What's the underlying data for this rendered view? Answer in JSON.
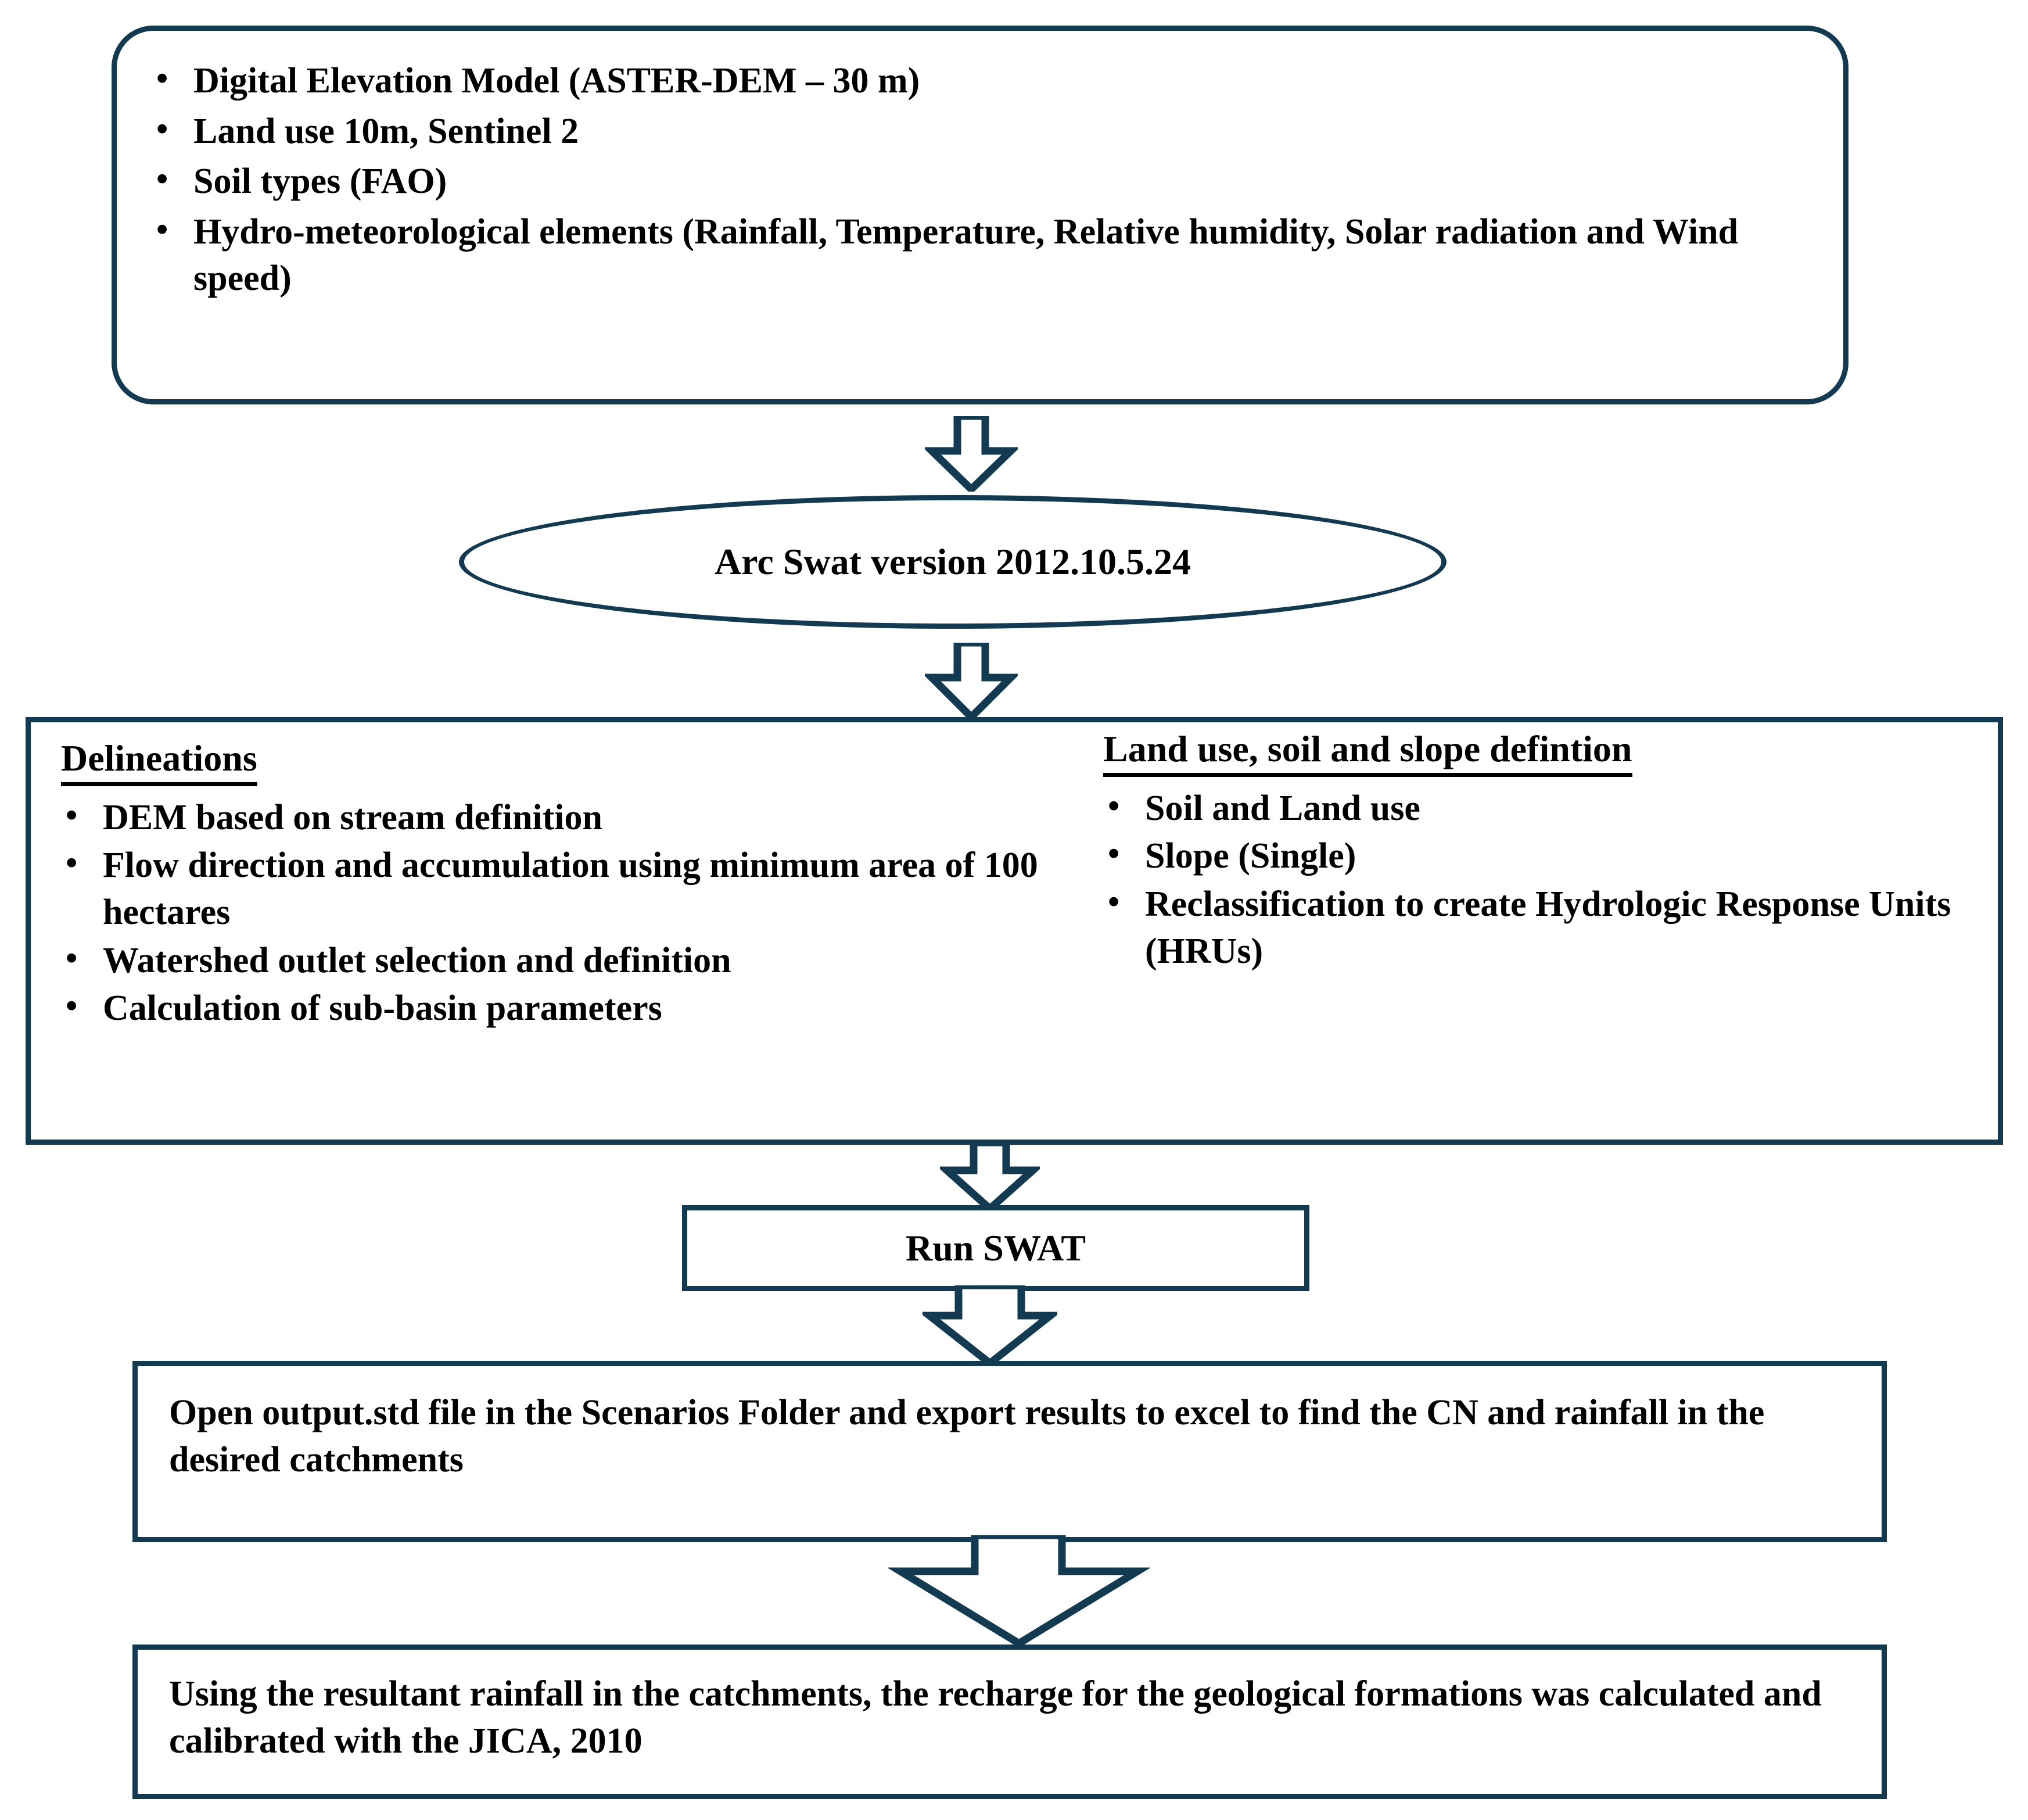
{
  "diagram": {
    "title": "SWAT modelling workflow flowchart",
    "accent_color": "#123a50",
    "text_color": "#000000",
    "background_color": "#ffffff"
  },
  "inputs_box": {
    "items": [
      "Digital Elevation Model (ASTER-DEM – 30 m)",
      "Land use 10m, Sentinel 2",
      "Soil types (FAO)",
      "Hydro-meteorological elements (Rainfall, Temperature, Relative humidity, Solar radiation and Wind speed)"
    ]
  },
  "software_node": {
    "label": "Arc Swat version 2012.10.5.24"
  },
  "definitions_box": {
    "left": {
      "heading": "Delineations",
      "items": [
        "DEM based on stream definition",
        "Flow direction and accumulation using minimum area of 100 hectares",
        "Watershed outlet selection and definition",
        " Calculation of sub-basin parameters"
      ]
    },
    "right": {
      "heading": "Land use, soil and slope defintion",
      "items": [
        "Soil and Land use",
        "Slope (Single)",
        "Reclassification to create Hydrologic Response Units (HRUs)"
      ]
    }
  },
  "run_node": {
    "label": "Run SWAT"
  },
  "output_box": {
    "text": "Open output.std file in the Scenarios Folder and export results to excel to find the CN and rainfall in the desired catchments"
  },
  "recharge_box": {
    "text": "Using the resultant rainfall in the catchments, the recharge for the geological formations was calculated and calibrated with the JICA, 2010"
  },
  "connectors": [
    {
      "name": "arrow-inputs-to-arcswat",
      "direction": "down"
    },
    {
      "name": "arrow-arcswat-to-definitions",
      "direction": "down"
    },
    {
      "name": "arrow-definitions-to-runswat",
      "direction": "down"
    },
    {
      "name": "arrow-runswat-to-output",
      "direction": "down"
    },
    {
      "name": "arrow-output-to-recharge",
      "direction": "down"
    }
  ]
}
